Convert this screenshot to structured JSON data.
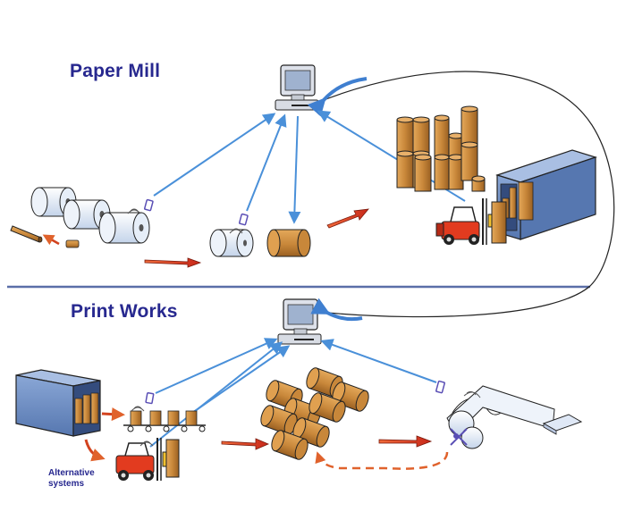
{
  "sections": {
    "top": {
      "title": "Paper Mill"
    },
    "bottom": {
      "title": "Print Works"
    }
  },
  "labels": {
    "alternative_systems": [
      "Alternative",
      "systems"
    ]
  },
  "colors": {
    "title": "#27288f",
    "divider": "#5b6fa8",
    "arrow_blue": "#4a90d9",
    "arrow_red": "#d2431f",
    "dashed_return": "#e0622c",
    "roll_brown": "#c8873a",
    "roll_paper": "#e6eef8",
    "container": "#6e8fc6",
    "forklift": "#e23b1f",
    "rfid_tag": "#5a4fb5"
  },
  "icons": [
    "computer-icon",
    "paper-roll-icon",
    "wrapped-roll-icon",
    "rfid-tag-icon",
    "forklift-icon",
    "shipping-container-icon",
    "conveyor-icon",
    "printing-press-icon"
  ]
}
